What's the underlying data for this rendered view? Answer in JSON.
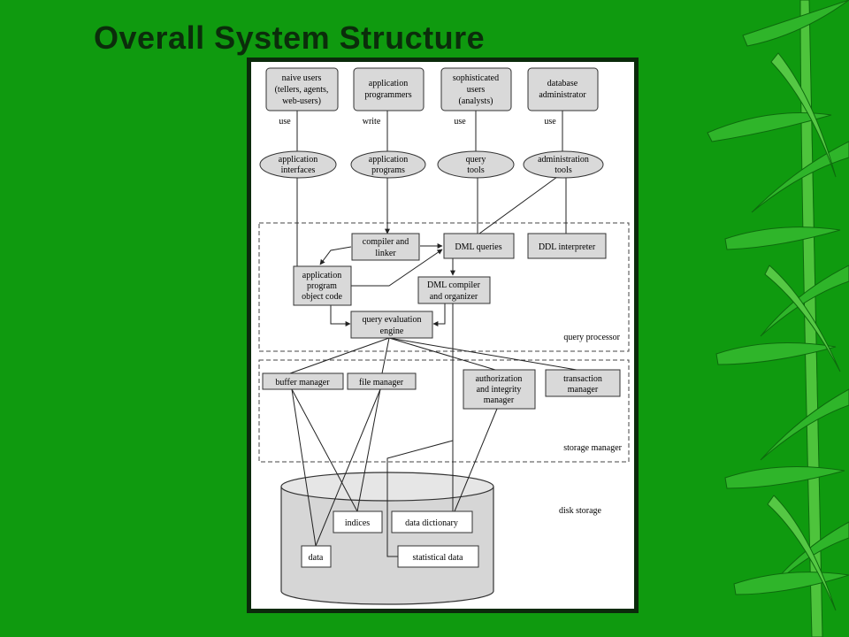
{
  "slide": {
    "title": "Overall System Structure",
    "background_color": "#0f9a0f",
    "decoration": "bamboo-leaves"
  },
  "users": [
    {
      "lines": [
        "naive users",
        "(tellers, agents,",
        "web-users)"
      ],
      "action": "use"
    },
    {
      "lines": [
        "application",
        "programmers"
      ],
      "action": "write"
    },
    {
      "lines": [
        "sophisticated",
        "users",
        "(analysts)"
      ],
      "action": "use"
    },
    {
      "lines": [
        "database",
        "administrator"
      ],
      "action": "use"
    }
  ],
  "interfaces": [
    {
      "lines": [
        "application",
        "interfaces"
      ]
    },
    {
      "lines": [
        "application",
        "programs"
      ]
    },
    {
      "lines": [
        "query",
        "tools"
      ]
    },
    {
      "lines": [
        "administration",
        "tools"
      ]
    }
  ],
  "query_processor": {
    "label": "query processor",
    "compiler_linker": [
      "compiler and",
      "linker"
    ],
    "dml_queries": "DML queries",
    "ddl_interpreter": "DDL interpreter",
    "app_object_code": [
      "application",
      "program",
      "object code"
    ],
    "dml_compiler": [
      "DML compiler",
      "and organizer"
    ],
    "query_eval_engine": [
      "query evaluation",
      "engine"
    ]
  },
  "storage_manager": {
    "label": "storage manager",
    "buffer_manager": "buffer manager",
    "file_manager": "file manager",
    "auth_integrity": [
      "authorization",
      "and integrity",
      "manager"
    ],
    "transaction_manager": [
      "transaction",
      "manager"
    ]
  },
  "disk_storage": {
    "label": "disk storage",
    "indices": "indices",
    "data_dictionary": "data dictionary",
    "data": "data",
    "statistical_data": "statistical data"
  }
}
